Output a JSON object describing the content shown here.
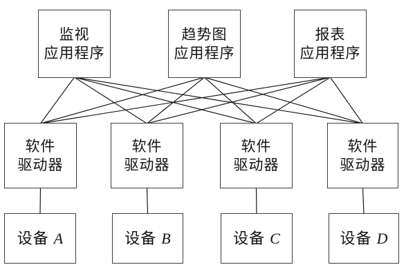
{
  "diagram": {
    "title": "application-driver-device-architecture",
    "colors": {
      "background": "#ffffff",
      "box_border": "#3c3c3c",
      "line": "#1a1a1a",
      "text": "#141414"
    },
    "app_nodes": [
      {
        "id": "t1",
        "line1": "监视",
        "line2": "应用程序"
      },
      {
        "id": "t2",
        "line1": "趋势图",
        "line2": "应用程序"
      },
      {
        "id": "t3",
        "line1": "报表",
        "line2": "应用程序"
      }
    ],
    "driver_nodes": [
      {
        "id": "m1",
        "line1": "软件",
        "line2": "驱动器"
      },
      {
        "id": "m2",
        "line1": "软件",
        "line2": "驱动器"
      },
      {
        "id": "m3",
        "line1": "软件",
        "line2": "驱动器"
      },
      {
        "id": "m4",
        "line1": "软件",
        "line2": "驱动器"
      }
    ],
    "device_nodes": [
      {
        "id": "b1",
        "label": "设备",
        "letter": "A"
      },
      {
        "id": "b2",
        "label": "设备",
        "letter": "B"
      },
      {
        "id": "b3",
        "label": "设备",
        "letter": "C"
      },
      {
        "id": "b4",
        "label": "设备",
        "letter": "D"
      }
    ],
    "edges": [
      {
        "from": "t1",
        "to": "m1"
      },
      {
        "from": "t1",
        "to": "m2"
      },
      {
        "from": "t1",
        "to": "m3"
      },
      {
        "from": "t1",
        "to": "m4"
      },
      {
        "from": "t2",
        "to": "m1"
      },
      {
        "from": "t2",
        "to": "m2"
      },
      {
        "from": "t2",
        "to": "m3"
      },
      {
        "from": "t2",
        "to": "m4"
      },
      {
        "from": "t3",
        "to": "m1"
      },
      {
        "from": "t3",
        "to": "m2"
      },
      {
        "from": "t3",
        "to": "m3"
      },
      {
        "from": "t3",
        "to": "m4"
      },
      {
        "from": "m1",
        "to": "b1"
      },
      {
        "from": "m2",
        "to": "b2"
      },
      {
        "from": "m3",
        "to": "b3"
      },
      {
        "from": "m4",
        "to": "b4"
      }
    ]
  }
}
